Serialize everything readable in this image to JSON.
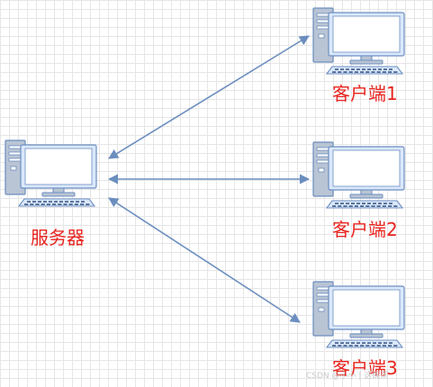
{
  "nodes": {
    "server": {
      "label": "服务器"
    },
    "client_1": {
      "label": "客户端1"
    },
    "client_2": {
      "label": "客户端2"
    },
    "client_3": {
      "label": "客户端3"
    }
  },
  "watermark": "CSDN @小小 | 这碗汤",
  "colors": {
    "label": "#e8241e",
    "arrow": "#6c8ebf",
    "computer_fill": "#dae8fc",
    "computer_case": "#b9c4d4",
    "computer_stroke": "#6c8ebf",
    "screen": "#ffffff",
    "keyboard_keys": "#3d5a87"
  }
}
